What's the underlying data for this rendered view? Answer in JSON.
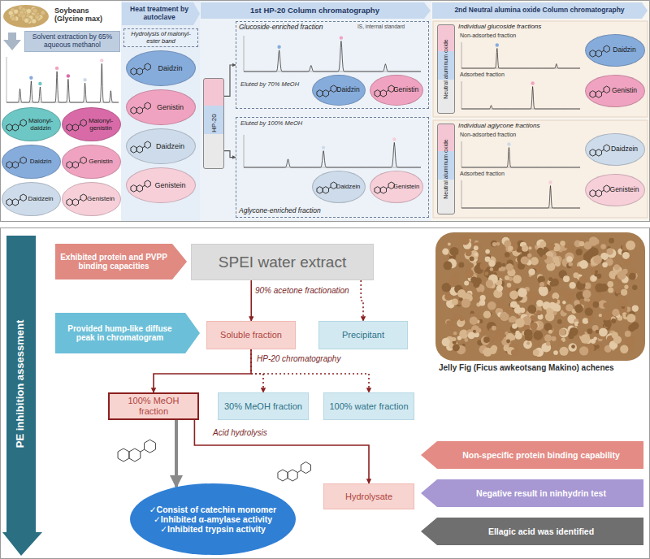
{
  "diagram": {
    "nodes": [
      {
        "text": [
          "Soybeans (Glycine max)"
        ]
      },
      {
        "text": [
          "Solvent extraction by 65% aqueous methanol"
        ]
      },
      {
        "text": [
          "Malonyl-daidzin"
        ]
      },
      {
        "text": [
          "Malonyl-genistin"
        ]
      },
      {
        "text": [
          "Daidzin"
        ]
      },
      {
        "text": [
          "Genistin"
        ]
      },
      {
        "text": [
          "Daidzein"
        ]
      },
      {
        "text": [
          "Genistein"
        ]
      },
      {
        "text": [
          "Heat treatment by autoclave"
        ]
      },
      {
        "text": [
          "Hydrolysis of malonyl-ester band"
        ]
      },
      {
        "text": [
          "Daidzin"
        ]
      },
      {
        "text": [
          "Genistin"
        ]
      },
      {
        "text": [
          "Daidzein"
        ]
      },
      {
        "text": [
          "Genistein"
        ]
      },
      {
        "text": [
          "1st HP-20 Column chromatography"
        ]
      },
      {
        "text": [
          "Glucoside-enriched fraction"
        ]
      },
      {
        "text": [
          "Daidzin"
        ],
        "in": 15
      },
      {
        "text": [
          "Genistin"
        ],
        "in": 15
      },
      {
        "text": [
          "HP-20"
        ]
      },
      {
        "text": [
          "Aglycone-enriched fraction"
        ]
      },
      {
        "text": [
          "Daidzein"
        ],
        "in": 19
      },
      {
        "text": [
          "Genistein"
        ],
        "in": 19
      },
      {
        "text": [
          "2nd Neutral alumina oxide Column chromatography"
        ]
      },
      {
        "text": [
          "Individual glucoside fractions"
        ]
      },
      {
        "text": [
          "Neutral aluminum oxide"
        ],
        "in": 23
      },
      {
        "text": [
          "Daidzin"
        ],
        "in": 23
      },
      {
        "text": [
          "Genistin"
        ],
        "in": 23
      },
      {
        "text": [
          "Individual aglycone fractions"
        ]
      },
      {
        "text": [
          "Neutral aluminum oxide"
        ],
        "in": 27
      },
      {
        "text": [
          "Daidzein"
        ],
        "in": 27
      },
      {
        "text": [
          "Genistein"
        ],
        "in": 27
      },
      {
        "text": [
          "PE inhibition assessment"
        ]
      },
      {
        "text": [
          "Exhibited protein and PVPP binding capacities"
        ]
      },
      {
        "text": [
          "SPEI water extract"
        ]
      },
      {
        "text": [
          "Provided hump-like diffuse peak in chromatogram"
        ]
      },
      {
        "text": [
          "Soluble fraction"
        ]
      },
      {
        "text": [
          "Precipitant"
        ]
      },
      {
        "text": [
          "100% MeOH fraction"
        ]
      },
      {
        "text": [
          "30% MeOH fraction"
        ]
      },
      {
        "text": [
          "100% water fraction"
        ]
      },
      {
        "text": [
          "✓Consist of catechin monomer",
          "✓Inhibited α-amylase activity",
          "✓Inhibited trypsin activity"
        ]
      },
      {
        "text": [
          "Hydrolysate"
        ]
      },
      {
        "text": [
          "Non-specific protein binding capability"
        ]
      },
      {
        "text": [
          "Negative result in ninhydrin test"
        ]
      },
      {
        "text": [
          "Ellagic acid was identified"
        ]
      }
    ],
    "edges": [
      {
        "from": 18,
        "to": 15,
        "arrow": "to"
      },
      {
        "from": 18,
        "to": 19,
        "arrow": "to"
      },
      {
        "from": 33,
        "to": 35,
        "arrow": "to"
      },
      {
        "from": 33,
        "to": 36,
        "arrow": "to"
      },
      {
        "from": 35,
        "to": 37,
        "arrow": "to"
      },
      {
        "from": 35,
        "to": 38,
        "arrow": "to"
      },
      {
        "from": 35,
        "to": 39,
        "arrow": "to"
      },
      {
        "from": 37,
        "to": 40,
        "arrow": "to"
      },
      {
        "from": 37,
        "to": 41,
        "arrow": "to"
      }
    ],
    "labels": [
      "Eluted by 70% MeOH",
      "Eluted by 100% MeOH",
      "IS, internal standard",
      "Non-adsorbed fraction",
      "Adsorbed fraction",
      "Non-adsorbed fraction",
      "Adsorbed fraction",
      "90% acetone fractionation",
      "HP-20 chromatography",
      "Acid hydrolysis",
      "Jelly Fig (Ficus awkeotsang Makino) achenes"
    ]
  }
}
